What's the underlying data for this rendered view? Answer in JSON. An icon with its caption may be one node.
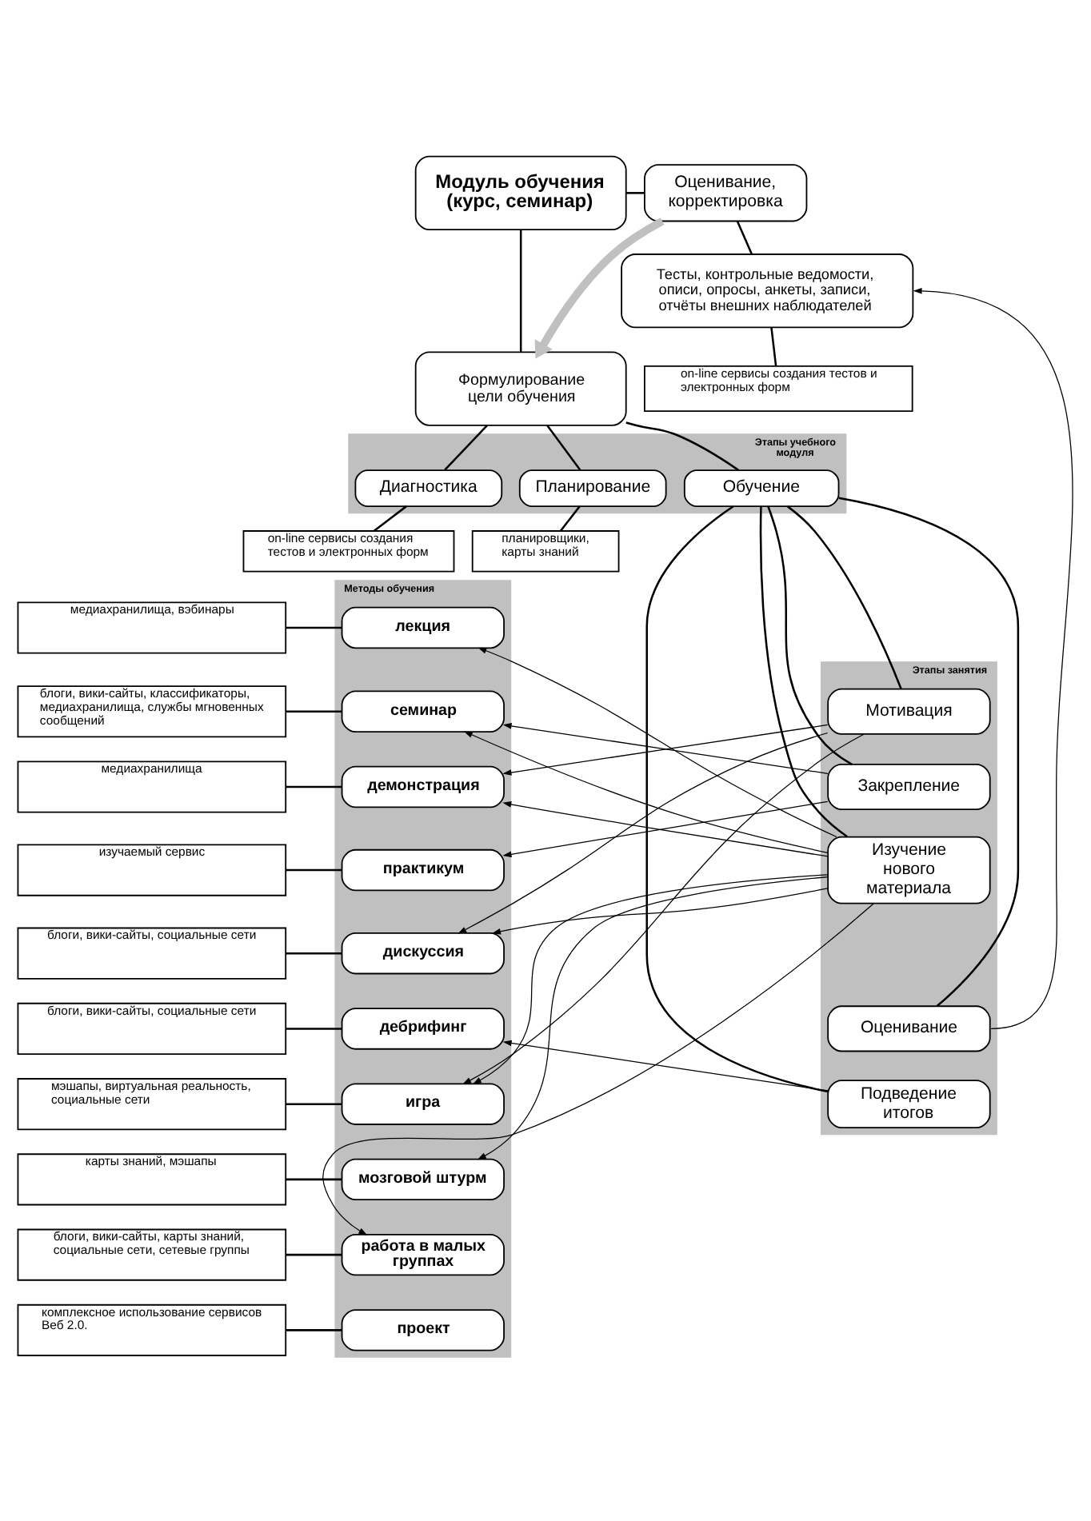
{
  "diagram": {
    "nodes": [
      {
        "text": [
          "Модуль обучения (курс, семинар)"
        ]
      },
      {
        "text": [
          "Оценивание, корректировка"
        ]
      },
      {
        "text": [
          "Формулирование цели обучения"
        ]
      },
      {
        "text": [
          "Тесты, контрольные ведомости, описи, опросы, анкеты, записи, отчёты внешних наблюдателей"
        ]
      },
      {
        "text": [
          "on-line сервисы создания тестов и электронных форм"
        ]
      },
      {
        "text": [
          "Этапы учебного модуля"
        ]
      },
      {
        "text": [
          "Диагностика"
        ],
        "in": 5
      },
      {
        "text": [
          "Планирование"
        ],
        "in": 5
      },
      {
        "text": [
          "Обучение"
        ],
        "in": 5
      },
      {
        "text": [
          "on-line сервисы создания тестов и электронных форм"
        ]
      },
      {
        "text": [
          "планировщики, карты знаний"
        ]
      },
      {
        "text": [
          "медиахранилища, вэбинары"
        ]
      },
      {
        "text": [
          "блоги, вики-сайты, классификаторы, медиахранилища, службы мгновенных сообщений"
        ]
      },
      {
        "text": [
          "медиахранилища"
        ]
      },
      {
        "text": [
          "изучаемый сервис"
        ]
      },
      {
        "text": [
          "блоги, вики-сайты, социальные сети"
        ]
      },
      {
        "text": [
          "блоги, вики-сайты, социальные сети"
        ]
      },
      {
        "text": [
          "мэшапы, виртуальная реальность, социальные сети"
        ]
      },
      {
        "text": [
          "карты знаний, мэшапы"
        ]
      },
      {
        "text": [
          "блоги, вики-сайты, карты знаний, социальные сети, сетевые группы"
        ]
      },
      {
        "text": [
          "комплексное использование сервисов Веб 2.0."
        ]
      },
      {
        "text": [
          "Методы обучения"
        ]
      },
      {
        "text": [
          "лекция"
        ],
        "in": 21
      },
      {
        "text": [
          "семинар"
        ],
        "in": 21
      },
      {
        "text": [
          "демонстрация"
        ],
        "in": 21
      },
      {
        "text": [
          "практикум"
        ],
        "in": 21
      },
      {
        "text": [
          "дискуссия"
        ],
        "in": 21
      },
      {
        "text": [
          "дебрифинг"
        ],
        "in": 21
      },
      {
        "text": [
          "игра"
        ],
        "in": 21
      },
      {
        "text": [
          "мозговой штурм"
        ],
        "in": 21
      },
      {
        "text": [
          "работа в малых группах"
        ],
        "in": 21
      },
      {
        "text": [
          "проект"
        ],
        "in": 21
      },
      {
        "text": [
          "Этапы занятия"
        ]
      },
      {
        "text": [
          "Мотивация"
        ],
        "in": 32
      },
      {
        "text": [
          "Закрепление"
        ],
        "in": 32
      },
      {
        "text": [
          "Изучение нового материала"
        ],
        "in": 32
      },
      {
        "text": [
          "Оценивание"
        ],
        "in": 32
      },
      {
        "text": [
          "Подведение итогов"
        ],
        "in": 32
      }
    ],
    "edges": [
      {
        "from": 0,
        "to": 1,
        "arrow": "none"
      },
      {
        "from": 0,
        "to": 2,
        "arrow": "none"
      },
      {
        "from": 1,
        "to": 3,
        "arrow": "none"
      },
      {
        "from": 3,
        "to": 4,
        "arrow": "none"
      },
      {
        "from": 1,
        "to": 2,
        "arrow": "to",
        "style": "thick",
        "color": "#c0c0c0"
      },
      {
        "from": 2,
        "to": 6,
        "arrow": "none"
      },
      {
        "from": 2,
        "to": 7,
        "arrow": "none"
      },
      {
        "from": 2,
        "to": 8,
        "arrow": "none"
      },
      {
        "from": 6,
        "to": 9,
        "arrow": "none"
      },
      {
        "from": 7,
        "to": 10,
        "arrow": "none"
      },
      {
        "from": 11,
        "to": 22,
        "arrow": "none"
      },
      {
        "from": 12,
        "to": 23,
        "arrow": "none"
      },
      {
        "from": 13,
        "to": 24,
        "arrow": "none"
      },
      {
        "from": 14,
        "to": 25,
        "arrow": "none"
      },
      {
        "from": 15,
        "to": 26,
        "arrow": "none"
      },
      {
        "from": 16,
        "to": 27,
        "arrow": "none"
      },
      {
        "from": 17,
        "to": 28,
        "arrow": "none"
      },
      {
        "from": 18,
        "to": 29,
        "arrow": "none"
      },
      {
        "from": 19,
        "to": 30,
        "arrow": "none"
      },
      {
        "from": 20,
        "to": 31,
        "arrow": "none"
      },
      {
        "from": 8,
        "to": 33,
        "arrow": "none"
      },
      {
        "from": 8,
        "to": 34,
        "arrow": "none"
      },
      {
        "from": 8,
        "to": 35,
        "arrow": "none"
      },
      {
        "from": 8,
        "to": 36,
        "arrow": "none"
      },
      {
        "from": 8,
        "to": 37,
        "arrow": "none"
      },
      {
        "from": 36,
        "to": 3,
        "arrow": "to"
      },
      {
        "from": 35,
        "to": 22,
        "arrow": "to"
      },
      {
        "from": 34,
        "to": 23,
        "arrow": "to"
      },
      {
        "from": 35,
        "to": 23,
        "arrow": "to"
      },
      {
        "from": 33,
        "to": 24,
        "arrow": "to"
      },
      {
        "from": 35,
        "to": 24,
        "arrow": "to"
      },
      {
        "from": 34,
        "to": 25,
        "arrow": "to"
      },
      {
        "from": 33,
        "to": 26,
        "arrow": "to"
      },
      {
        "from": 35,
        "to": 26,
        "arrow": "to"
      },
      {
        "from": 37,
        "to": 27,
        "arrow": "to"
      },
      {
        "from": 33,
        "to": 28,
        "arrow": "to"
      },
      {
        "from": 35,
        "to": 28,
        "arrow": "to"
      },
      {
        "from": 35,
        "to": 29,
        "arrow": "to"
      },
      {
        "from": 35,
        "to": 30,
        "arrow": "to"
      }
    ]
  }
}
